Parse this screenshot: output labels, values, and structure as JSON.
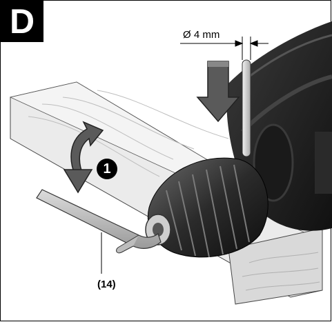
{
  "figure": {
    "label": "D",
    "diameter_label": "Ø 4 mm",
    "step_number": "1",
    "part_label": "(14)"
  }
}
